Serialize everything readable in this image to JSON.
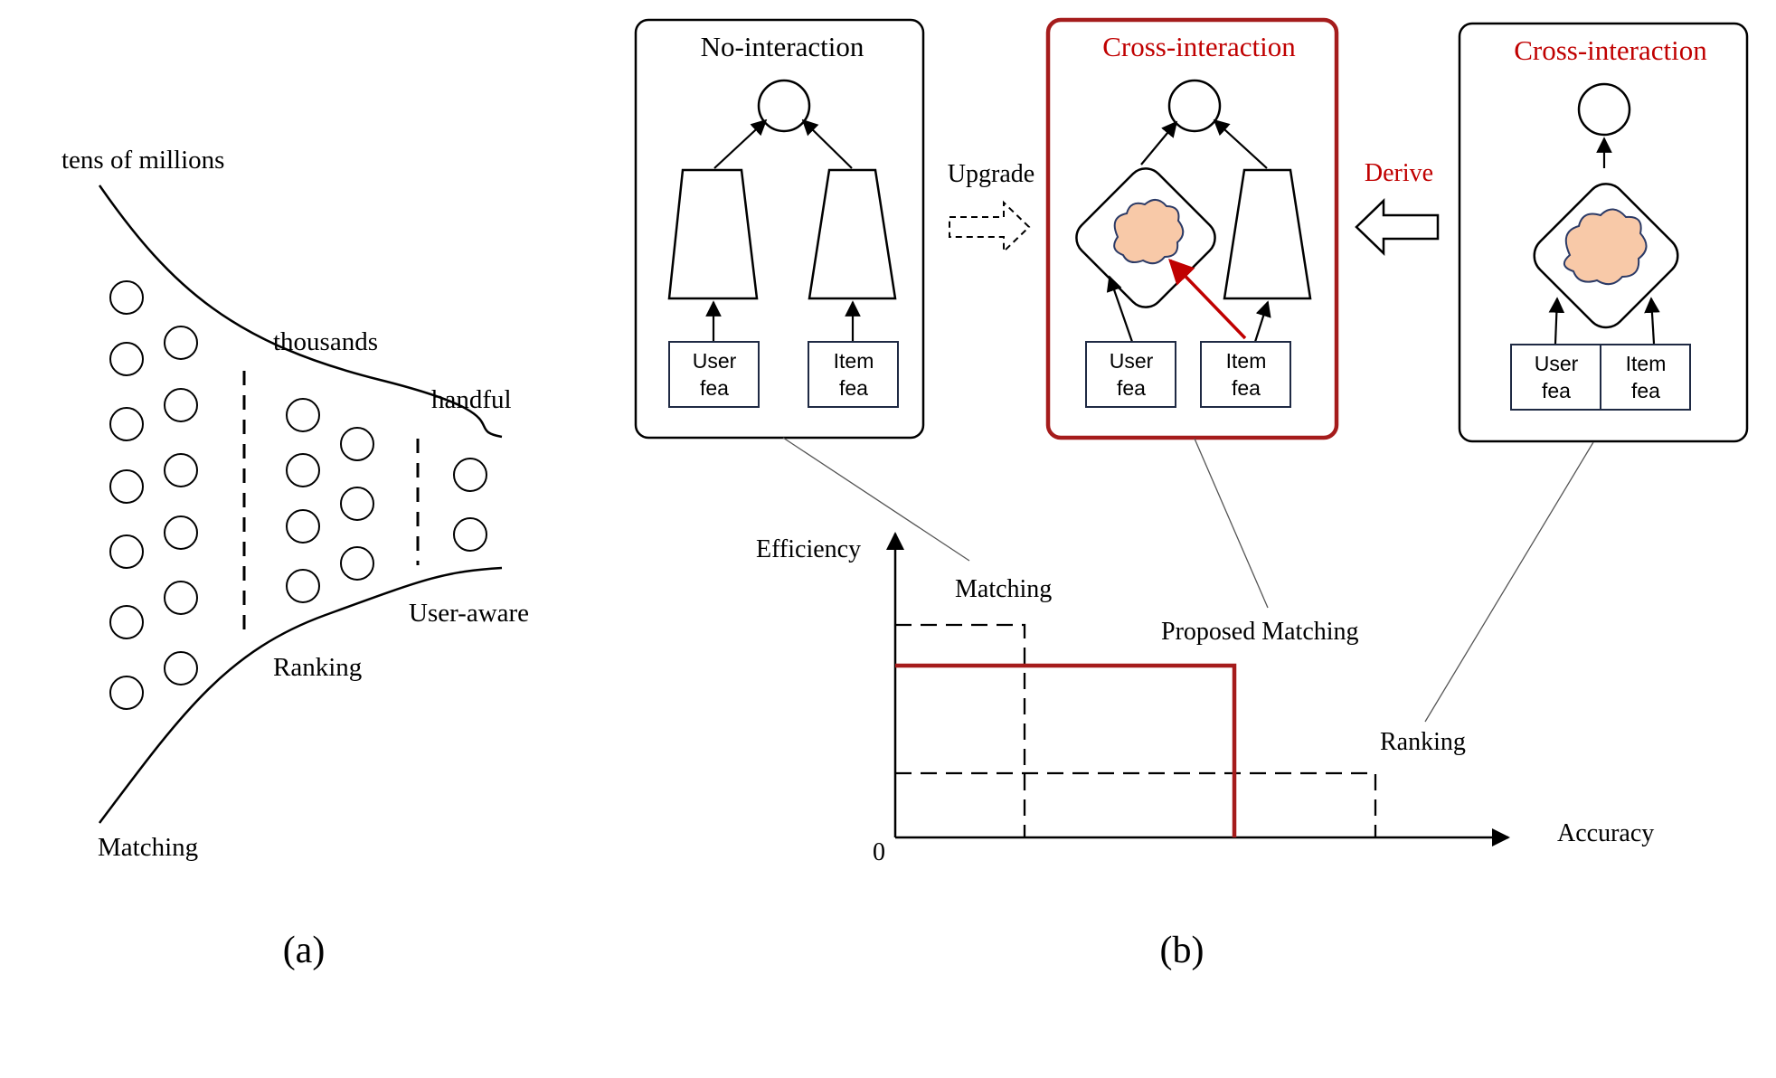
{
  "panel_a": {
    "caption": "(a)",
    "top_label": "tens of millions",
    "thousands_label": "thousands",
    "handful_label": "handful",
    "user_aware_label": "User-aware",
    "ranking_label": "Ranking",
    "matching_label": "Matching"
  },
  "panel_b": {
    "caption": "(b)",
    "upgrade_label": "Upgrade",
    "derive_label": "Derive",
    "box_no_interaction": {
      "title": "No-interaction",
      "user_line1": "User",
      "user_line2": "fea",
      "item_line1": "Item",
      "item_line2": "fea"
    },
    "box_cross_proposed": {
      "title": "Cross-interaction",
      "user_line1": "User",
      "user_line2": "fea",
      "item_line1": "Item",
      "item_line2": "fea"
    },
    "box_cross_ranking": {
      "title": "Cross-interaction",
      "user_line1": "User",
      "user_line2": "fea",
      "item_line1": "Item",
      "item_line2": "fea"
    },
    "plot": {
      "y_label": "Efficiency",
      "x_label": "Accuracy",
      "origin_label": "0",
      "matching_label": "Matching",
      "proposed_label": "Proposed Matching",
      "ranking_label": "Ranking"
    }
  },
  "colors": {
    "accent_red": "#c00000",
    "dark_red": "#a51c1c",
    "cloud_fill": "#f8c9a8",
    "cloud_stroke": "#2b3a66",
    "feature_box_stroke": "#1f2a44"
  }
}
